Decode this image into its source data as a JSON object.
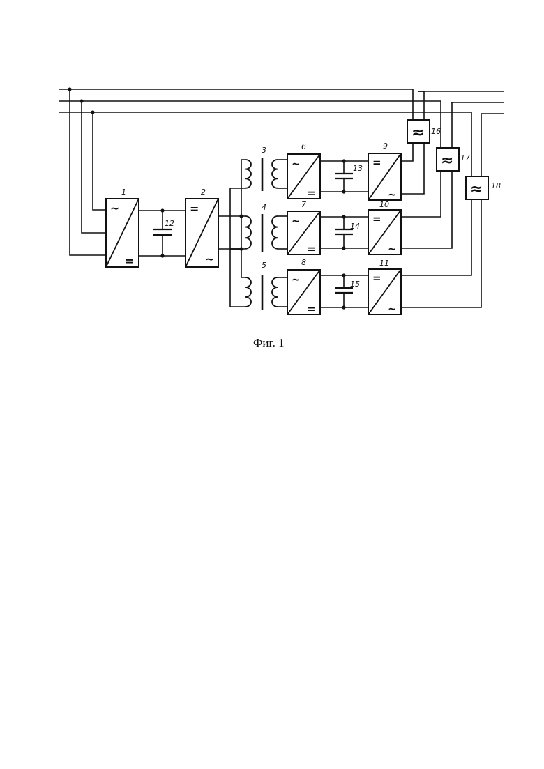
{
  "figure": {
    "caption": "Фиг. 1",
    "labels": {
      "conv1": "1",
      "conv2": "2",
      "tr3": "3",
      "tr4": "4",
      "tr5": "5",
      "rect6": "6",
      "rect7": "7",
      "rect8": "8",
      "inv9": "9",
      "inv10": "10",
      "inv11": "11",
      "cap12": "12",
      "cap13": "13",
      "cap14": "14",
      "cap15": "15",
      "flt16": "16",
      "flt17": "17",
      "flt18": "18"
    },
    "symbols": {
      "ac": "~",
      "dc": "=",
      "filter": "≈"
    }
  }
}
